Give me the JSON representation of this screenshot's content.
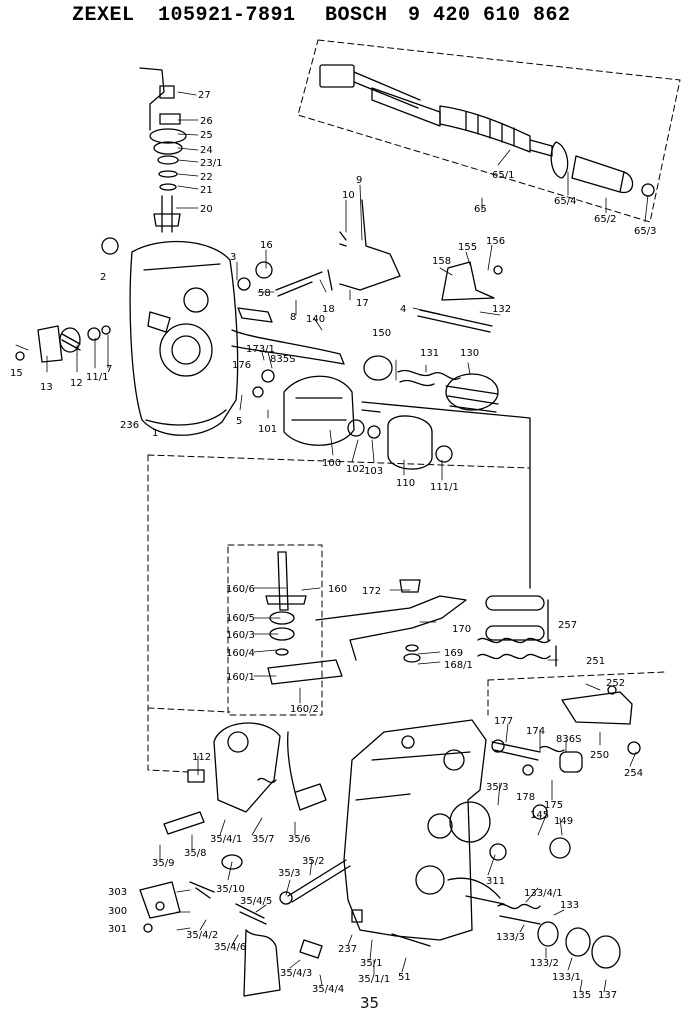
{
  "header": {
    "maker": "ZEXEL",
    "maker_number": "105921-7891",
    "oem": "BOSCH",
    "oem_number": "9 420 610 862"
  },
  "page_number": "35",
  "callouts": [
    {
      "id": "c27",
      "text": "27"
    },
    {
      "id": "c26",
      "text": "26"
    },
    {
      "id": "c25",
      "text": "25"
    },
    {
      "id": "c24",
      "text": "24"
    },
    {
      "id": "c23_1",
      "text": "23/1"
    },
    {
      "id": "c22",
      "text": "22"
    },
    {
      "id": "c21",
      "text": "21"
    },
    {
      "id": "c20",
      "text": "20"
    },
    {
      "id": "c2",
      "text": "2"
    },
    {
      "id": "c3",
      "text": "3"
    },
    {
      "id": "c16",
      "text": "16"
    },
    {
      "id": "c58",
      "text": "58"
    },
    {
      "id": "c10",
      "text": "10"
    },
    {
      "id": "c9",
      "text": "9"
    },
    {
      "id": "c18",
      "text": "18"
    },
    {
      "id": "c17",
      "text": "17"
    },
    {
      "id": "c8",
      "text": "8"
    },
    {
      "id": "c140",
      "text": "140"
    },
    {
      "id": "c15",
      "text": "15"
    },
    {
      "id": "c13",
      "text": "13"
    },
    {
      "id": "c12",
      "text": "12"
    },
    {
      "id": "c11_1",
      "text": "11/1"
    },
    {
      "id": "c7",
      "text": "7"
    },
    {
      "id": "c176",
      "text": "176"
    },
    {
      "id": "c173_1",
      "text": "173/1"
    },
    {
      "id": "c835s",
      "text": "835S"
    },
    {
      "id": "c236",
      "text": "236"
    },
    {
      "id": "c1",
      "text": "1"
    },
    {
      "id": "c5",
      "text": "5"
    },
    {
      "id": "c101",
      "text": "101"
    },
    {
      "id": "c100",
      "text": "100"
    },
    {
      "id": "c102",
      "text": "102"
    },
    {
      "id": "c103",
      "text": "103"
    },
    {
      "id": "c110",
      "text": "110"
    },
    {
      "id": "c111_1",
      "text": "111/1"
    },
    {
      "id": "c150",
      "text": "150"
    },
    {
      "id": "c131",
      "text": "131"
    },
    {
      "id": "c130",
      "text": "130"
    },
    {
      "id": "c4",
      "text": "4"
    },
    {
      "id": "c132",
      "text": "132"
    },
    {
      "id": "c158",
      "text": "158"
    },
    {
      "id": "c155",
      "text": "155"
    },
    {
      "id": "c156",
      "text": "156"
    },
    {
      "id": "c65_1",
      "text": "65/1"
    },
    {
      "id": "c65",
      "text": "65"
    },
    {
      "id": "c65_4",
      "text": "65/4"
    },
    {
      "id": "c65_2",
      "text": "65/2"
    },
    {
      "id": "c65_3",
      "text": "65/3"
    },
    {
      "id": "c160_6",
      "text": "160/6"
    },
    {
      "id": "c160",
      "text": "160"
    },
    {
      "id": "c172",
      "text": "172"
    },
    {
      "id": "c160_5",
      "text": "160/5"
    },
    {
      "id": "c160_3",
      "text": "160/3"
    },
    {
      "id": "c160_4",
      "text": "160/4"
    },
    {
      "id": "c160_1",
      "text": "160/1"
    },
    {
      "id": "c160_2",
      "text": "160/2"
    },
    {
      "id": "c170",
      "text": "170"
    },
    {
      "id": "c169",
      "text": "169"
    },
    {
      "id": "c168_1",
      "text": "168/1"
    },
    {
      "id": "c257",
      "text": "257"
    },
    {
      "id": "c251",
      "text": "251"
    },
    {
      "id": "c252",
      "text": "252"
    },
    {
      "id": "c250",
      "text": "250"
    },
    {
      "id": "c254",
      "text": "254"
    },
    {
      "id": "c177",
      "text": "177"
    },
    {
      "id": "c174",
      "text": "174"
    },
    {
      "id": "c836s",
      "text": "836S"
    },
    {
      "id": "c178",
      "text": "178"
    },
    {
      "id": "c175",
      "text": "175"
    },
    {
      "id": "c145",
      "text": "145"
    },
    {
      "id": "c149",
      "text": "149"
    },
    {
      "id": "c35_3a",
      "text": "35/3"
    },
    {
      "id": "c112",
      "text": "112"
    },
    {
      "id": "c35_4_1",
      "text": "35/4/1"
    },
    {
      "id": "c35_7",
      "text": "35/7"
    },
    {
      "id": "c35_6",
      "text": "35/6"
    },
    {
      "id": "c35_9",
      "text": "35/9"
    },
    {
      "id": "c35_8",
      "text": "35/8"
    },
    {
      "id": "c35_10",
      "text": "35/10"
    },
    {
      "id": "c35_2",
      "text": "35/2"
    },
    {
      "id": "c35_3b",
      "text": "35/3"
    },
    {
      "id": "c35_4_5",
      "text": "35/4/5"
    },
    {
      "id": "c311",
      "text": "311"
    },
    {
      "id": "c303",
      "text": "303"
    },
    {
      "id": "c300",
      "text": "300"
    },
    {
      "id": "c301",
      "text": "301"
    },
    {
      "id": "c35_4_2",
      "text": "35/4/2"
    },
    {
      "id": "c35_4_6",
      "text": "35/4/6"
    },
    {
      "id": "c35_4_3",
      "text": "35/4/3"
    },
    {
      "id": "c35_4_4",
      "text": "35/4/4"
    },
    {
      "id": "c237",
      "text": "237"
    },
    {
      "id": "c35_1",
      "text": "35/1"
    },
    {
      "id": "c35_1_1",
      "text": "35/1/1"
    },
    {
      "id": "c51",
      "text": "51"
    },
    {
      "id": "c133_4_1",
      "text": "133/4/1"
    },
    {
      "id": "c133",
      "text": "133"
    },
    {
      "id": "c133_3",
      "text": "133/3"
    },
    {
      "id": "c133_2",
      "text": "133/2"
    },
    {
      "id": "c133_1",
      "text": "133/1"
    },
    {
      "id": "c135",
      "text": "135"
    },
    {
      "id": "c137",
      "text": "137"
    }
  ]
}
